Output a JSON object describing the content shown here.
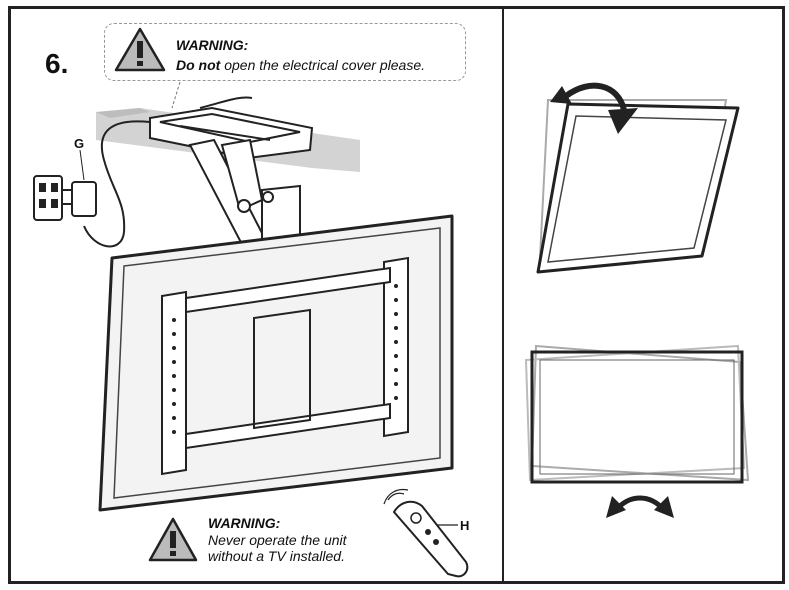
{
  "step": {
    "number": "6."
  },
  "warning_top": {
    "title": "WARNING:",
    "emphasis": "Do not",
    "text": " open the electrical cover please."
  },
  "warning_bottom": {
    "title": "WARNING:",
    "line1": "Never operate the unit",
    "line2": "without a TV installed."
  },
  "labels": {
    "adapter": "G",
    "remote": "H"
  },
  "icons": [
    "warning-triangle-icon",
    "rotate-arrow-icon",
    "swivel-arrow-icon",
    "remote-control-icon",
    "power-adapter-icon"
  ]
}
